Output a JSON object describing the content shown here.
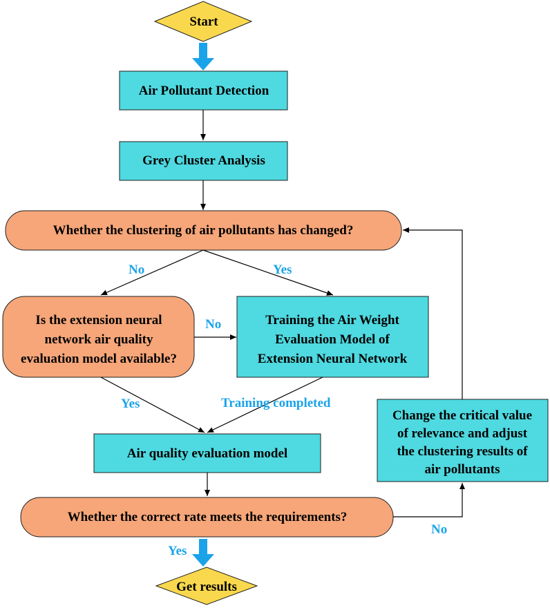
{
  "colors": {
    "process_fill": "#4fd9e0",
    "decision_fill": "#f6a679",
    "terminal_fill": "#f9d84d",
    "edge_label": "#1aa3e8",
    "big_arrow": "#1aa3e8"
  },
  "nodes": {
    "start": "Start",
    "detection": "Air Pollutant Detection",
    "grey_cluster": "Grey Cluster Analysis",
    "clustering_changed": "Whether the clustering of air pollutants has changed?",
    "model_available": [
      "Is the extension neural",
      "network air quality",
      "evaluation model available?"
    ],
    "training": [
      "Training the Air Weight",
      "Evaluation Model of",
      "Extension Neural Network"
    ],
    "evaluation_model": "Air quality evaluation model",
    "correct_rate": "Whether the correct rate meets the requirements?",
    "adjust": [
      "Change the critical value",
      "of relevance and adjust",
      "the clustering results of",
      "air pollutants"
    ],
    "get_results": "Get results"
  },
  "edge_labels": {
    "no_left": "No",
    "yes_right": "Yes",
    "no_middle": "No",
    "yes_lower": "Yes",
    "training_completed": "Training completed",
    "yes_final": "Yes",
    "no_feedback": "No"
  }
}
